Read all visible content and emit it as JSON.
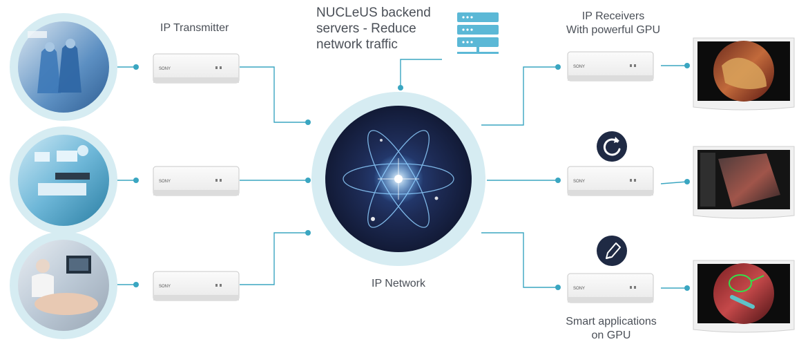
{
  "labels": {
    "ip_transmitter": "IP Transmitter",
    "backend_line1": "NUCLeUS backend",
    "backend_line2": "servers - Reduce",
    "backend_line3": "network traffic",
    "receivers_line1": "IP Receivers",
    "receivers_line2": "With powerful GPU",
    "ip_network": "IP Network",
    "smart_line1": "Smart applications",
    "smart_line2": "on GPU"
  },
  "device_brand": "SONY",
  "icons": {
    "server": "server-stack-icon",
    "network": "atom-network-icon",
    "refresh": "rotate-icon",
    "edit": "pencil-icon"
  },
  "colors": {
    "line": "#3aa6c1",
    "dot": "#3aa6c1",
    "ring": "#d6ecf2",
    "server": "#5bb8d6",
    "badge": "#1f2a44",
    "network_core": "#1d2b55",
    "text": "#4a4f57"
  }
}
